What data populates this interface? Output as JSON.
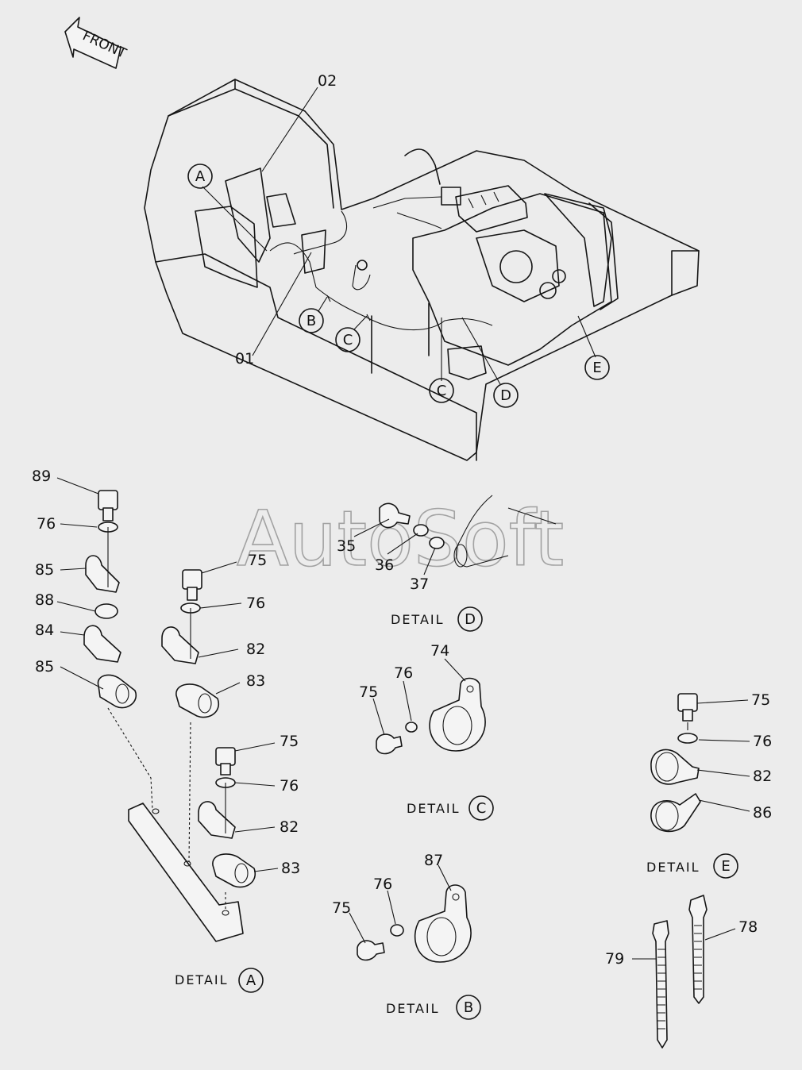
{
  "orientation": {
    "front_label": "FRONT"
  },
  "main_view": {
    "part_labels": [
      "02",
      "01"
    ],
    "detail_refs": [
      "A",
      "B",
      "C",
      "C",
      "D",
      "E"
    ]
  },
  "details": {
    "word": "DETAIL",
    "a": {
      "letter": "A",
      "labels": [
        "89",
        "76",
        "85",
        "88",
        "84",
        "85",
        "75",
        "76",
        "82",
        "83",
        "75",
        "76",
        "82",
        "83"
      ]
    },
    "b": {
      "letter": "B",
      "labels": [
        "87",
        "76",
        "75"
      ]
    },
    "c": {
      "letter": "C",
      "labels": [
        "74",
        "76",
        "75"
      ]
    },
    "d": {
      "letter": "D",
      "labels": [
        "35",
        "36",
        "37"
      ]
    },
    "e": {
      "letter": "E",
      "labels": [
        "75",
        "76",
        "82",
        "86"
      ]
    }
  },
  "ties": {
    "labels": [
      "79",
      "78"
    ]
  },
  "watermark": "AutoSoft",
  "colors": {
    "background": "#ececec",
    "ink": "#151515",
    "watermark": "#8a8a8a"
  }
}
